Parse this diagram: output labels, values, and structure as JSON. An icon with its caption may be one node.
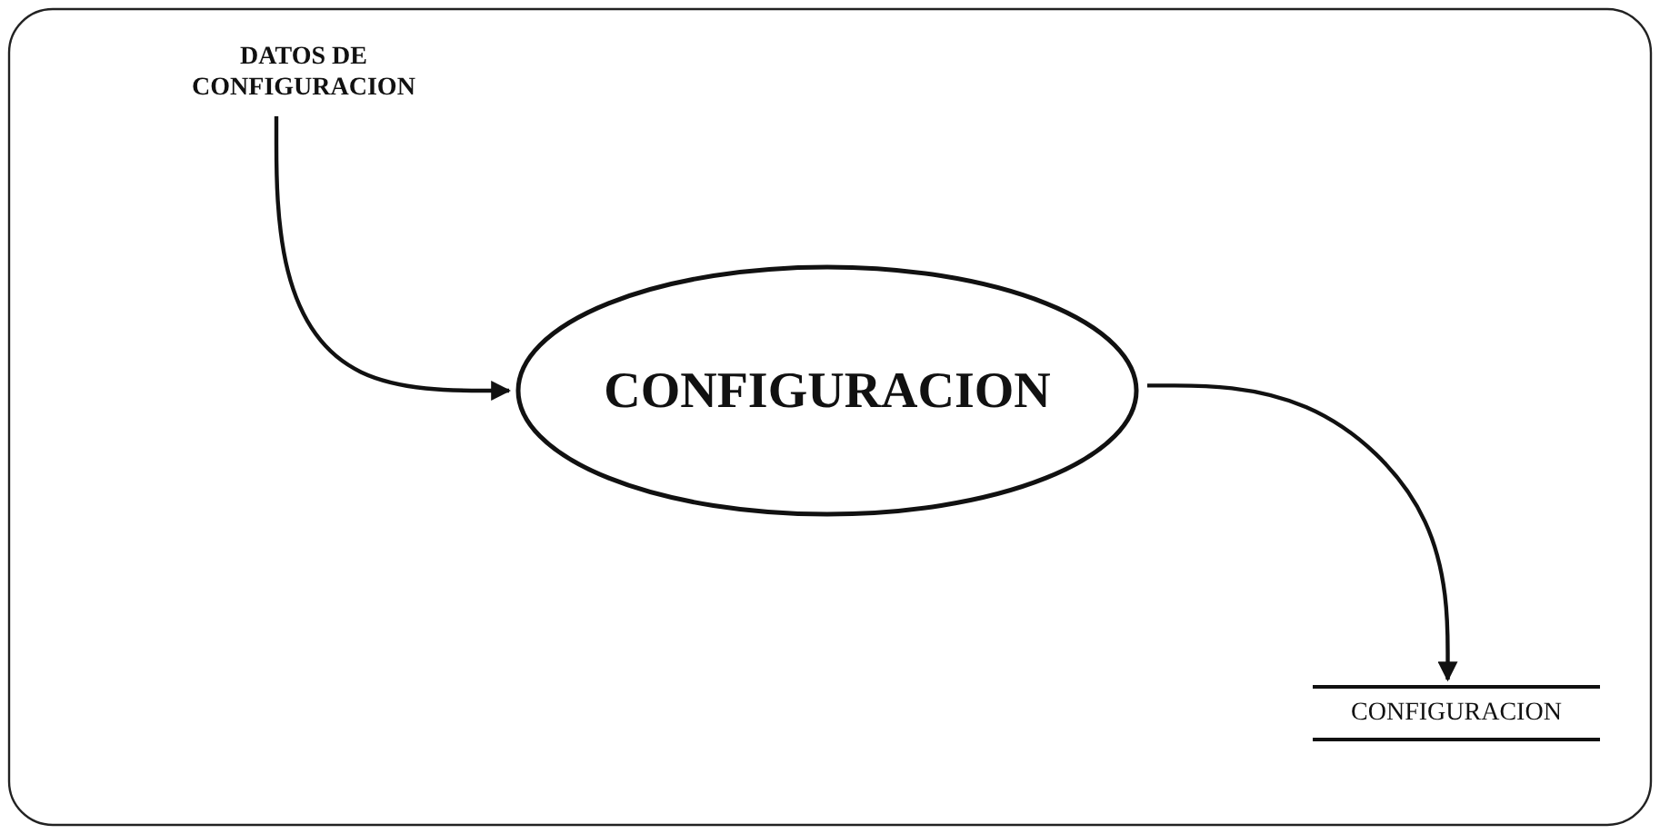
{
  "diagram": {
    "nodes": [
      {
        "text": [
          "DATOS DE CONFIGURACION"
        ]
      },
      {
        "text": [
          "CONFIGURACION"
        ]
      },
      {
        "text": [
          "CONFIGURACION"
        ]
      }
    ],
    "edges": [
      {
        "from": 0,
        "to": 1,
        "arrow": "to"
      },
      {
        "from": 1,
        "to": 2,
        "arrow": "to"
      }
    ]
  }
}
